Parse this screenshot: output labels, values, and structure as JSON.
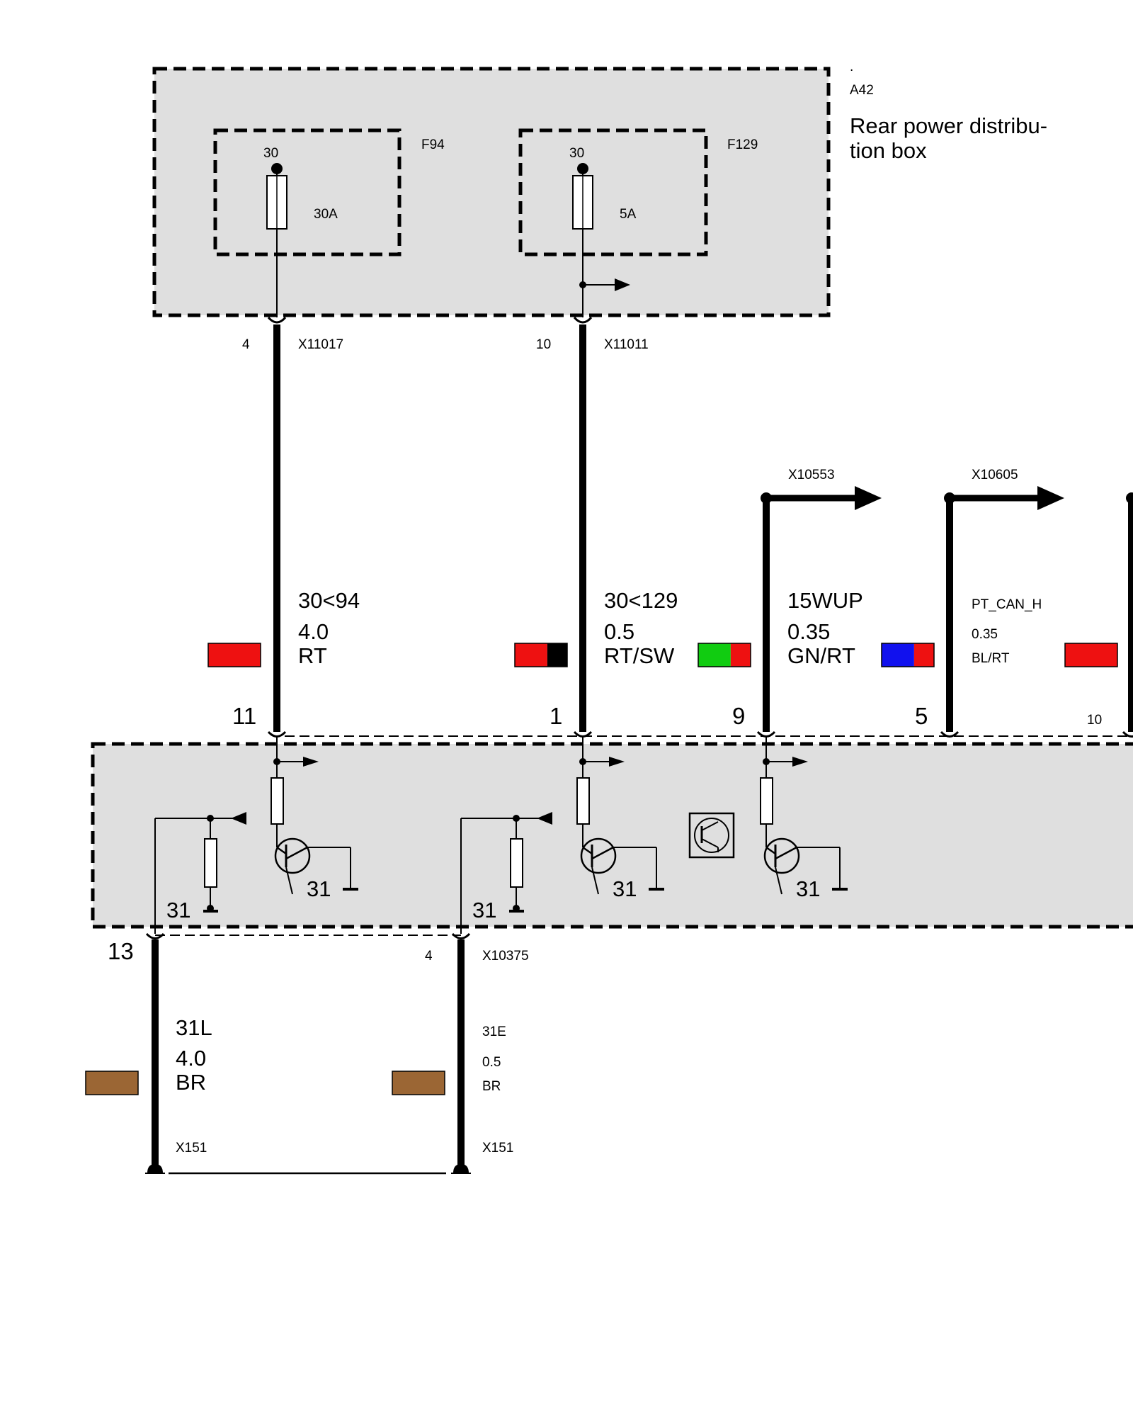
{
  "module_a42": {
    "dot": ".",
    "id": "A42",
    "title_line1": "Rear power distribu-",
    "title_line2": "tion box",
    "fuses": [
      {
        "id": "F94",
        "terminal": "30",
        "rating": "30A"
      },
      {
        "id": "F129",
        "terminal": "30",
        "rating": "5A"
      }
    ]
  },
  "connectors": [
    {
      "pin": "4",
      "id": "X11017"
    },
    {
      "pin": "10",
      "id": "X11011"
    }
  ],
  "wires": [
    {
      "signal": "30<94",
      "gauge": "4.0",
      "color_code": "RT",
      "pin": "11",
      "colors": [
        "#ee1111"
      ]
    },
    {
      "signal": "30<129",
      "gauge": "0.5",
      "color_code": "RT/SW",
      "pin": "1",
      "colors": [
        "#ee1111",
        "#000000"
      ]
    },
    {
      "signal": "15WUP",
      "gauge": "0.35",
      "color_code": "GN/RT",
      "pin": "9",
      "target": "X10553",
      "colors": [
        "#11cc11",
        "#ee1111"
      ]
    },
    {
      "signal": "PT_CAN_H",
      "gauge": "0.35",
      "color_code": "BL/RT",
      "pin": "5",
      "target": "X10605",
      "colors": [
        "#1111ee",
        "#ee1111"
      ]
    },
    {
      "pin": "10",
      "colors": [
        "#ee1111"
      ]
    }
  ],
  "control_unit": {
    "ground_labels": [
      "31",
      "31",
      "31",
      "31",
      "31"
    ]
  },
  "ground_wires": [
    {
      "pin": "13",
      "signal": "31L",
      "gauge": "4.0",
      "color_code": "BR",
      "ground_point": "X151",
      "colors": [
        "#9b6634"
      ]
    },
    {
      "pin": "4",
      "connector": "X10375",
      "signal": "31E",
      "gauge": "0.5",
      "color_code": "BR",
      "ground_point": "X151",
      "colors": [
        "#9b6634"
      ]
    }
  ]
}
